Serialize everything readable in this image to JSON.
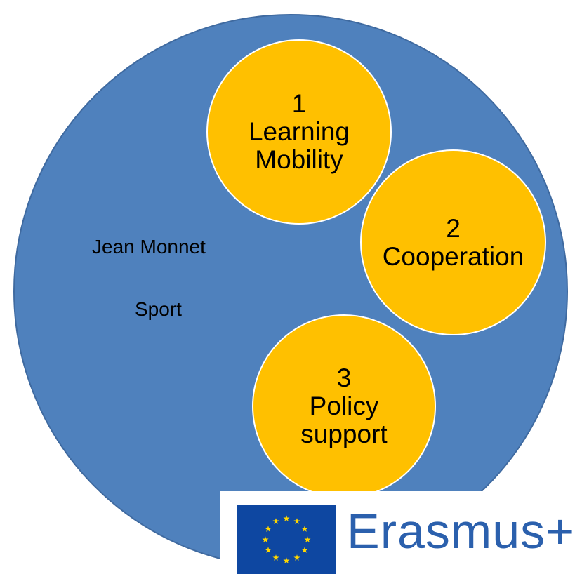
{
  "diagram": {
    "outer_labels": {
      "first": "Jean Monnet",
      "second": "Sport"
    },
    "pillars": [
      {
        "number": "1",
        "line1": "Learning",
        "line2": "Mobility"
      },
      {
        "number": "2",
        "line1": "Cooperation",
        "line2": ""
      },
      {
        "number": "3",
        "line1": "Policy",
        "line2": "support"
      }
    ],
    "colors": {
      "outer_circle": "#4f81bd",
      "pillar_fill": "#ffc000",
      "pillar_border": "#ffffff",
      "brand_text": "#2b60ad",
      "flag_blue": "#0e47a1",
      "flag_stars": "#ffd700"
    }
  },
  "logo": {
    "text": "Erasmus+",
    "flag_icon": "eu-flag-icon"
  }
}
